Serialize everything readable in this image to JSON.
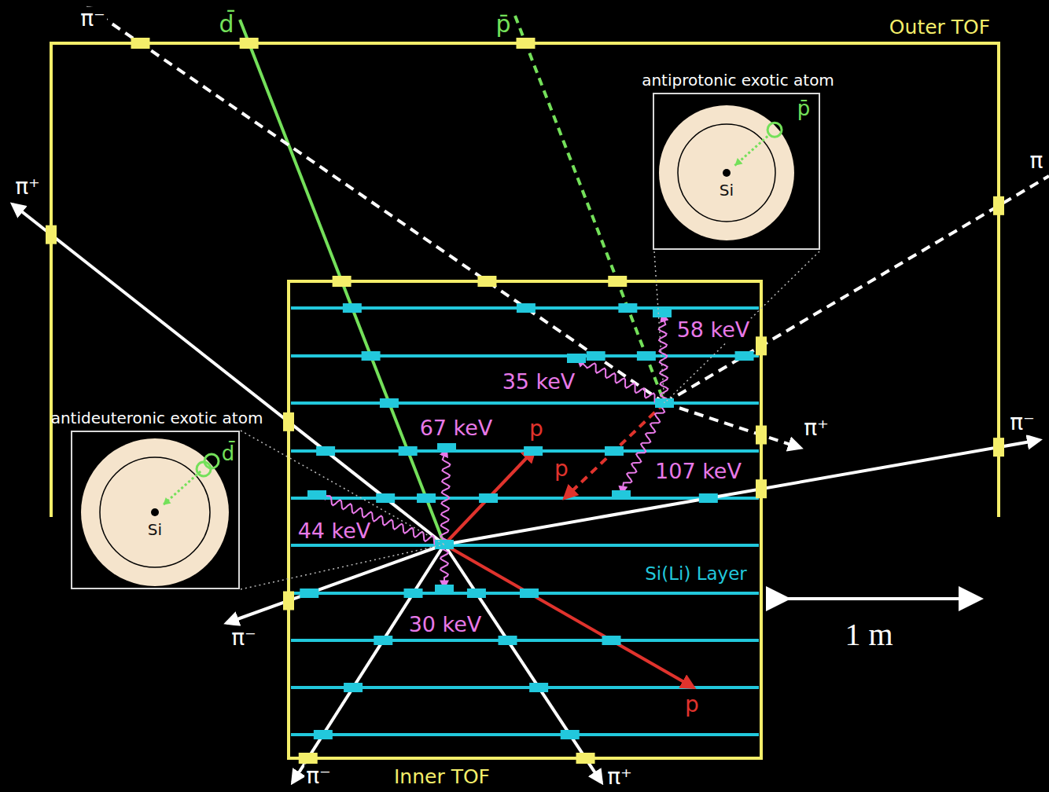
{
  "diagram": {
    "nodes": [
      {
        "text": [
          "antiprotonic exotic atom"
        ]
      },
      {
        "text": [
          "Si"
        ],
        "in": 0
      },
      {
        "text": [
          "antideuteronic exotic atom"
        ]
      },
      {
        "text": [
          "Si"
        ],
        "in": 2
      }
    ],
    "labels": [
      "π⁻",
      "d̄",
      "p̄",
      "Outer TOF",
      "π⁺",
      "π",
      "58 keV",
      "35 keV",
      "67 keV",
      "p",
      "p",
      "107 keV",
      "π⁺",
      "π⁻",
      "44 keV",
      "Si(Li) Layer",
      "1 m",
      "30 keV",
      "p",
      "π⁻",
      "π⁻",
      "Inner TOF",
      "π⁺",
      "p̄",
      "d̄"
    ]
  }
}
